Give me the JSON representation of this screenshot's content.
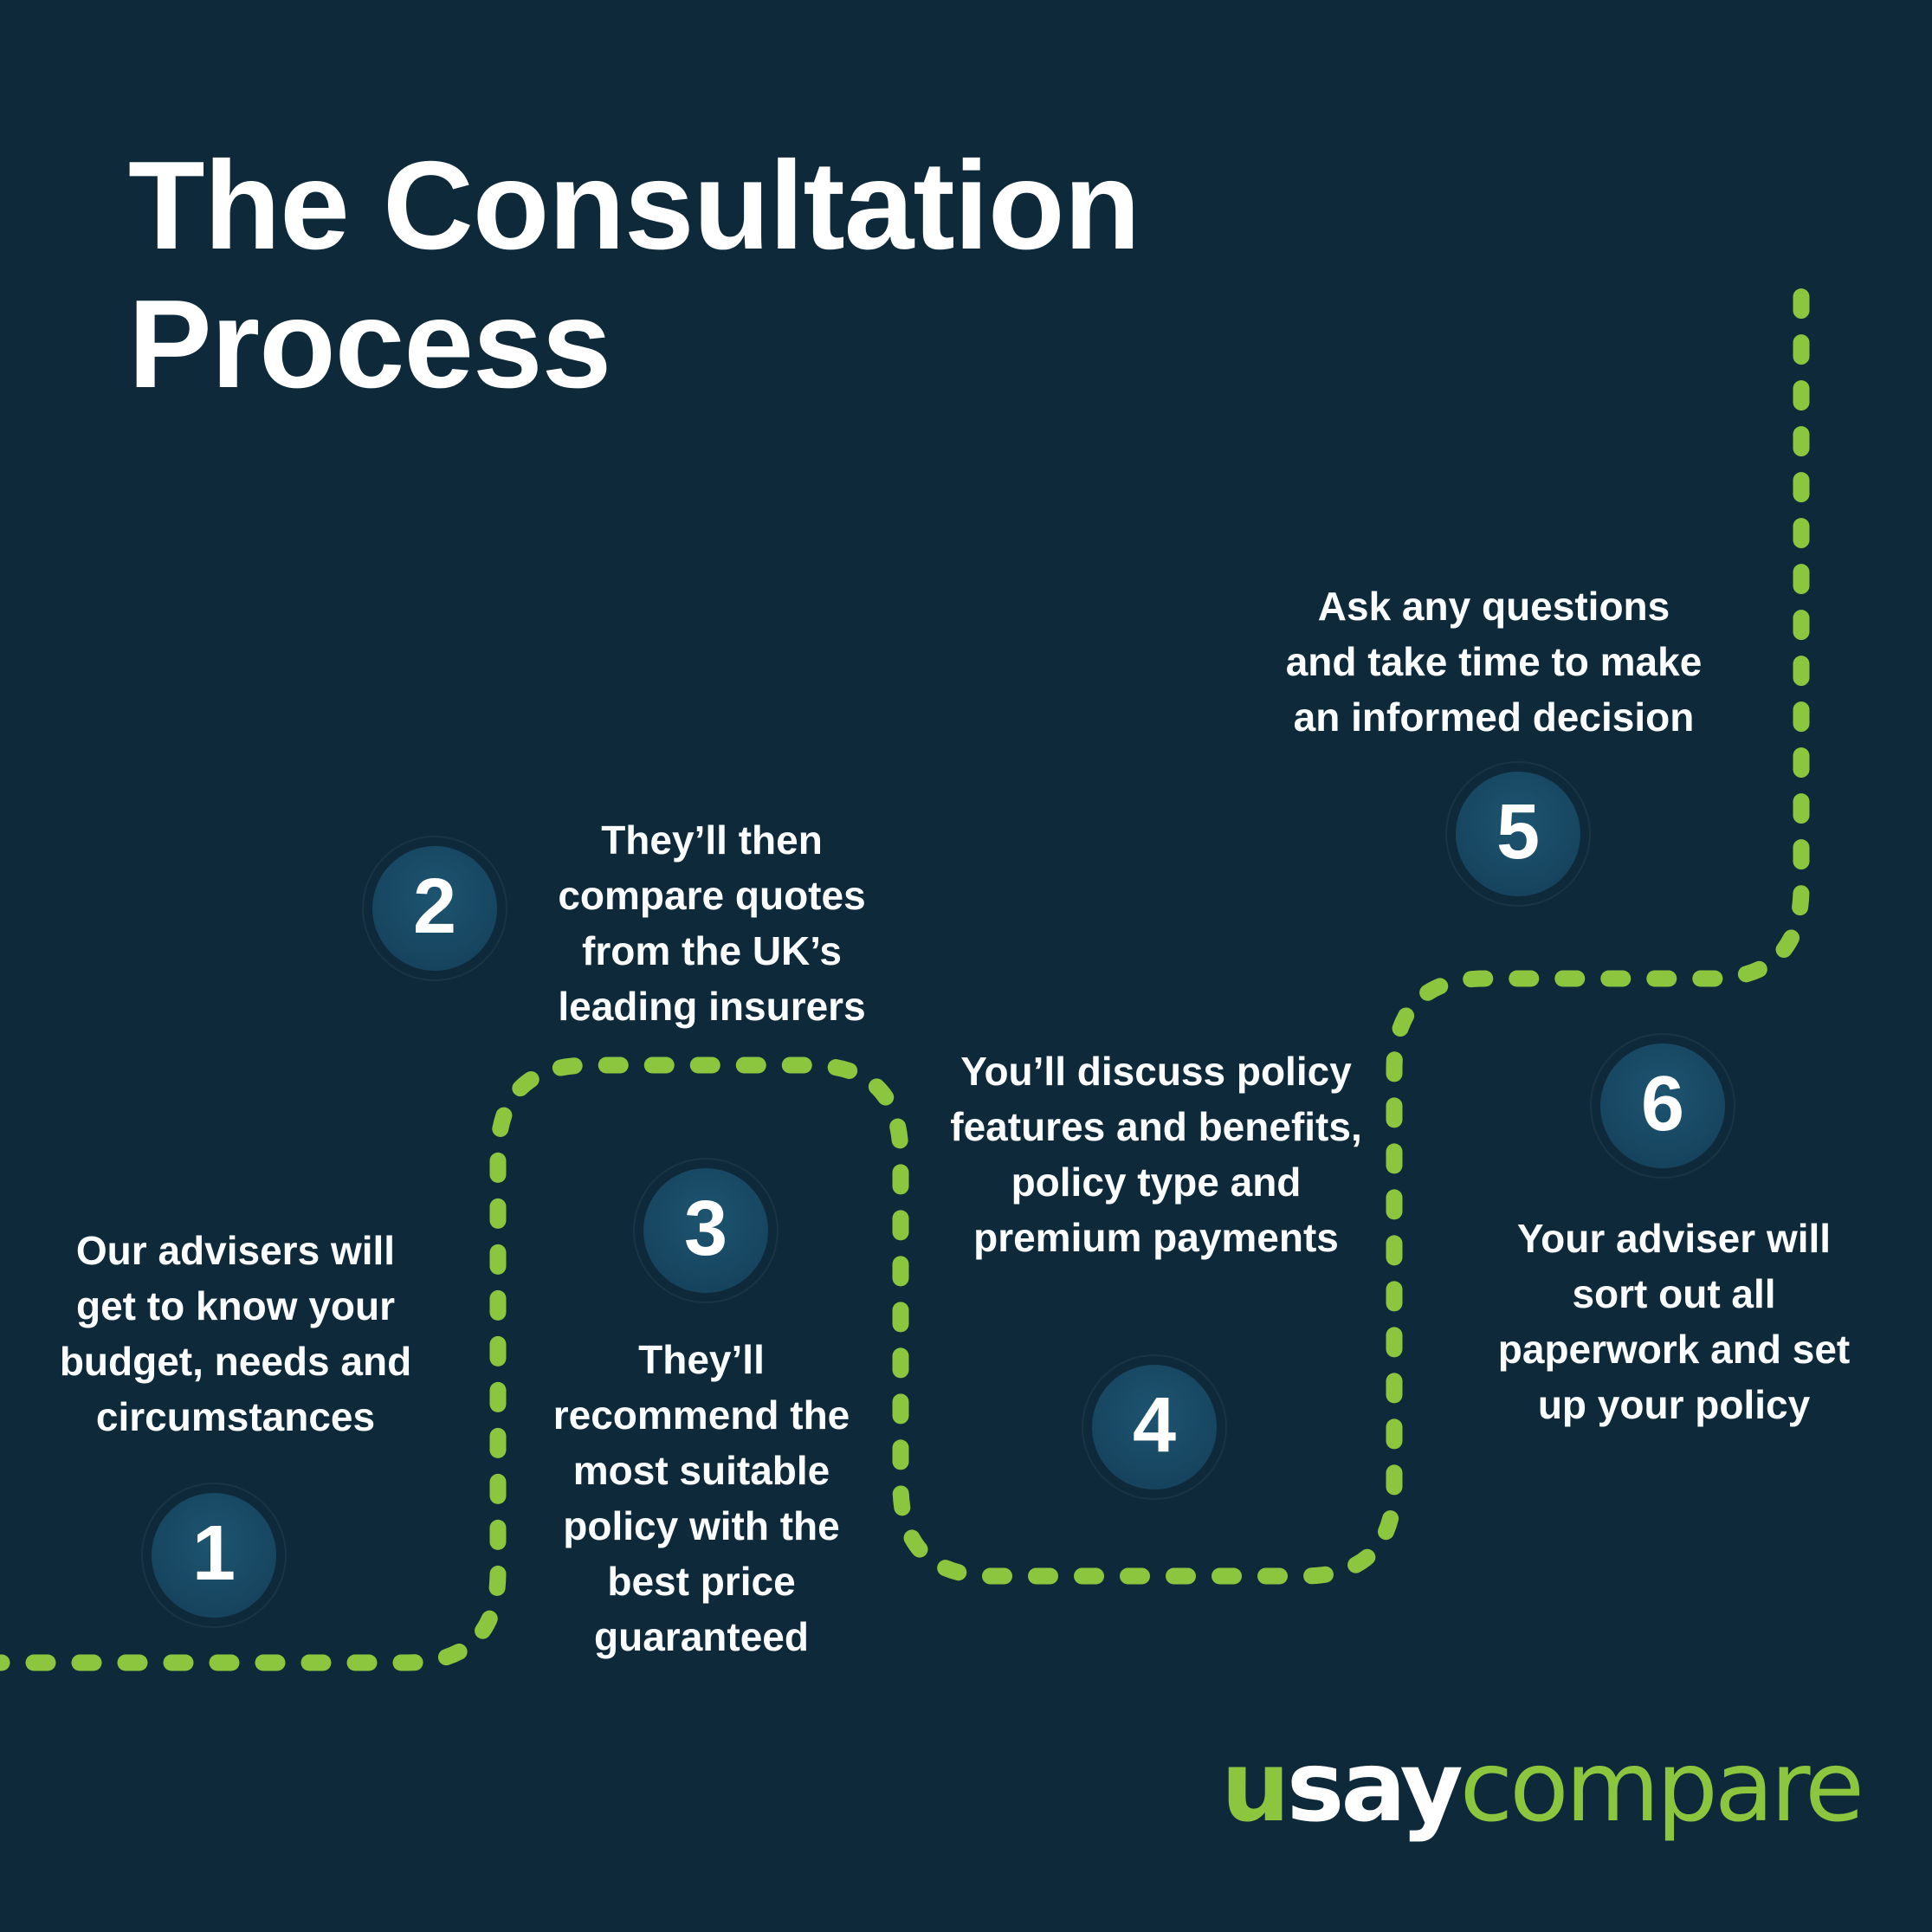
{
  "title": "The Consultation\nProcess",
  "steps": [
    {
      "number": "1",
      "text": "Our advisers will\nget to know your\nbudget, needs and\ncircumstances"
    },
    {
      "number": "2",
      "text": "They’ll then\ncompare quotes\nfrom the UK’s\nleading insurers"
    },
    {
      "number": "3",
      "text": "They’ll\nrecommend the\nmost suitable\npolicy with the\nbest price\nguaranteed"
    },
    {
      "number": "4",
      "text": "You’ll discuss policy\nfeatures and benefits,\npolicy type and\npremium payments"
    },
    {
      "number": "5",
      "text": "Ask any questions\nand take time to make\nan informed decision"
    },
    {
      "number": "6",
      "text": "Your adviser will\nsort out all\npaperwork and set\nup your policy"
    }
  ],
  "logo": {
    "u": "u",
    "say": "say",
    "compare": "compare"
  },
  "colors": {
    "background": "#0e2a3a",
    "accent_green": "#8cc63f",
    "circle_fill": "#16435d",
    "text": "#ffffff"
  }
}
